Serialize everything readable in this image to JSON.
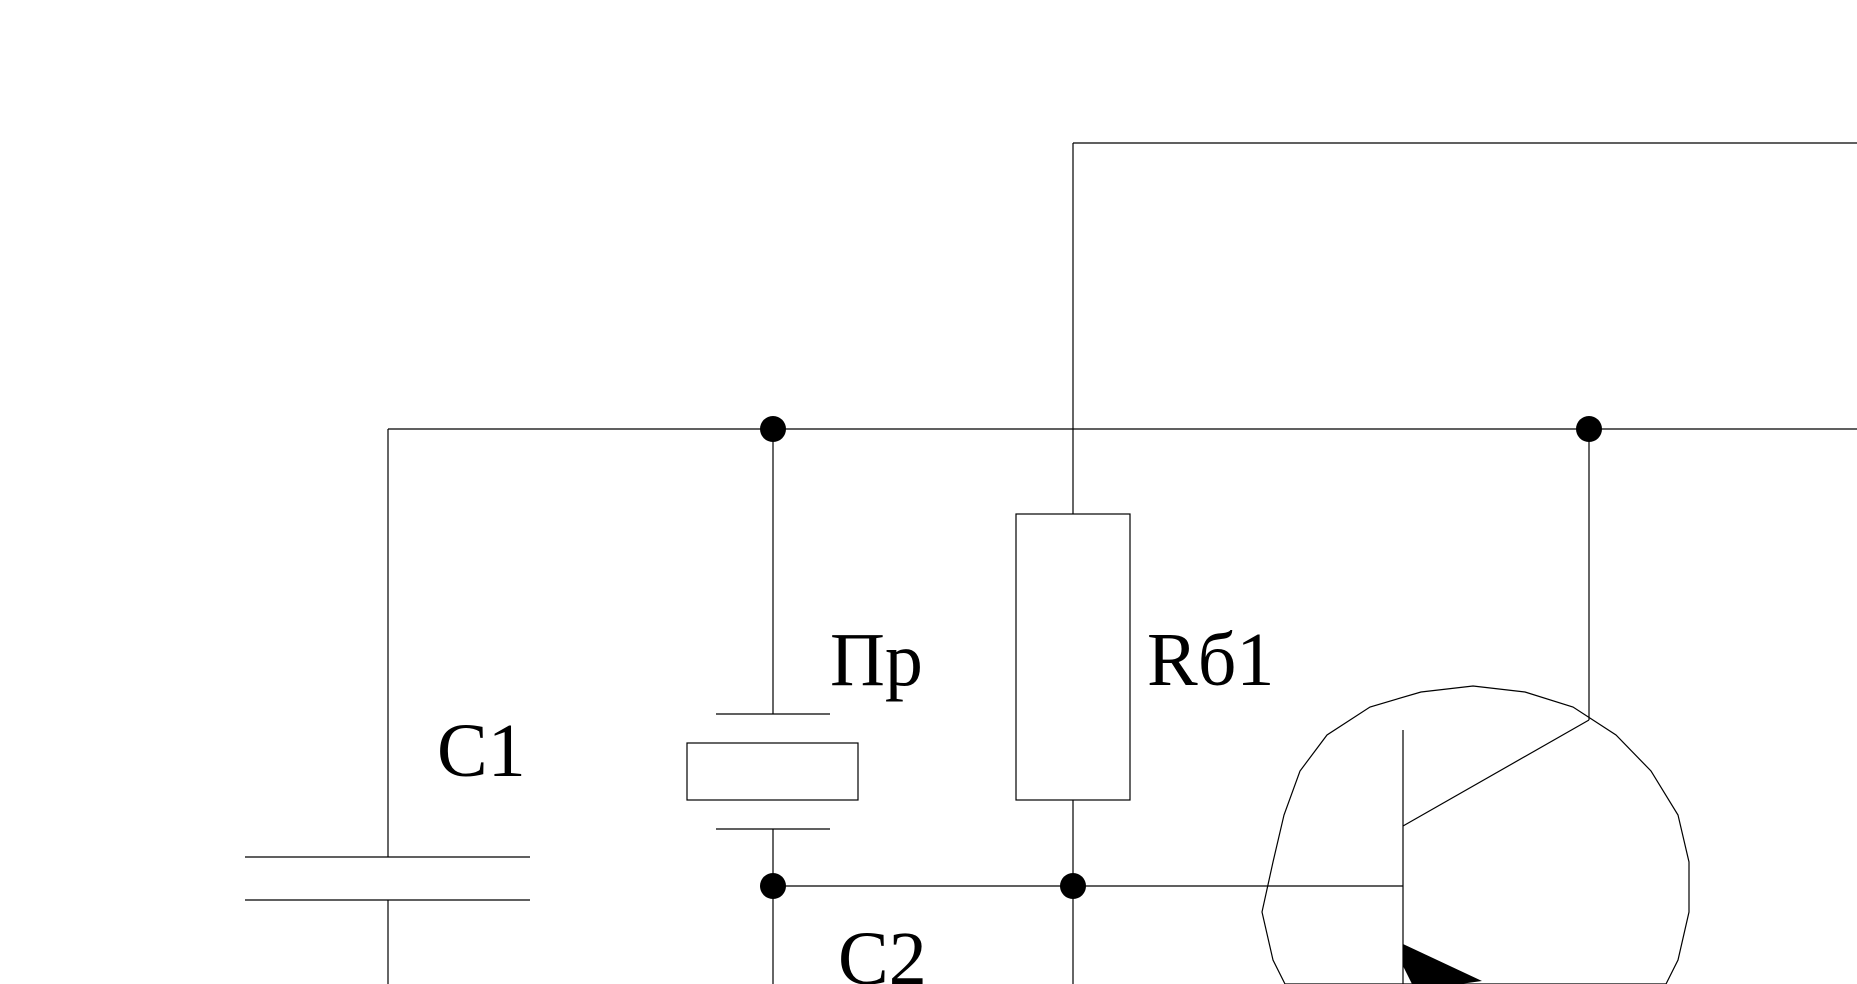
{
  "diagram": {
    "type": "circuit-schematic",
    "labels": {
      "c1": "C1",
      "c2": "C2",
      "crystal": "Пр",
      "resistor": "Rб1"
    },
    "components": [
      {
        "id": "c1",
        "kind": "capacitor"
      },
      {
        "id": "crystal",
        "kind": "quartz-crystal"
      },
      {
        "id": "resistor",
        "kind": "resistor"
      },
      {
        "id": "c2",
        "kind": "capacitor"
      },
      {
        "id": "transistor",
        "kind": "npn-transistor"
      }
    ],
    "colors": {
      "line": "#000000",
      "background": "#ffffff"
    }
  }
}
